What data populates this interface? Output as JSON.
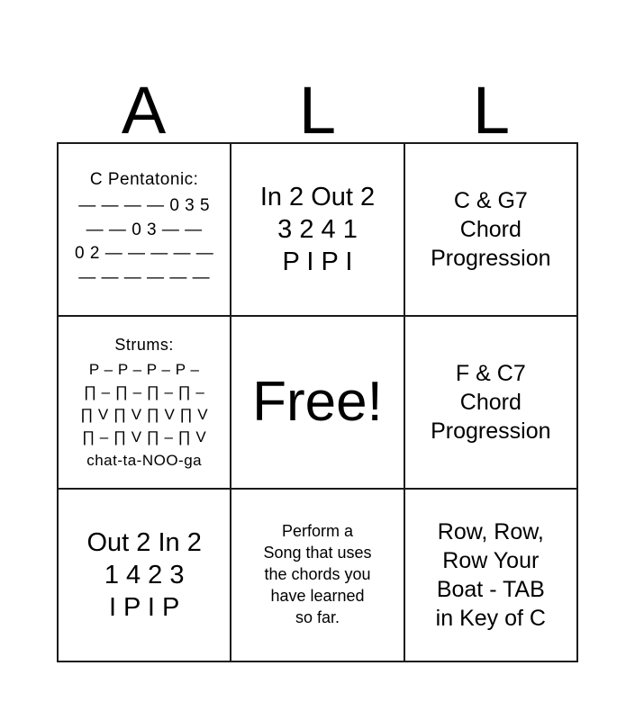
{
  "card": {
    "header_letters": [
      "A",
      "L",
      "L"
    ],
    "grid": {
      "rows": 3,
      "cols": 3,
      "border_color": "#1a1a1a",
      "background": "#ffffff"
    }
  },
  "cells": [
    {
      "id": "cell-r1c1",
      "name": "c-pentatonic-tab",
      "style": "tab",
      "lines": [
        "C Pentatonic:",
        "— — — — 0 3 5",
        "— — 0 3 — —",
        "0 2 — — — — —",
        "— — — — — —"
      ]
    },
    {
      "id": "cell-r1c2",
      "name": "in-2-out-2",
      "style": "large",
      "lines": [
        "In 2 Out 2",
        "3 2 4 1",
        "P I P I"
      ]
    },
    {
      "id": "cell-r1c3",
      "name": "c-g7-chord-progression",
      "style": "med",
      "lines": [
        "C & G7",
        "Chord",
        "Progression"
      ]
    },
    {
      "id": "cell-r2c1",
      "name": "strums",
      "style": "strum",
      "lines": [
        "Strums:",
        "P – P – P – P –",
        "∏ – ∏ – ∏ – ∏ –",
        "∏ V ∏ V ∏ V ∏ V",
        "∏ – ∏ V ∏ – ∏ V",
        "chat-ta-NOO-ga"
      ]
    },
    {
      "id": "cell-r2c2",
      "name": "free-space",
      "style": "free",
      "lines": [
        "Free!"
      ]
    },
    {
      "id": "cell-r2c3",
      "name": "f-c7-chord-progression",
      "style": "med",
      "lines": [
        "F & C7",
        "Chord",
        "Progression"
      ]
    },
    {
      "id": "cell-r3c1",
      "name": "out-2-in-2",
      "style": "large",
      "lines": [
        "Out 2 In 2",
        "1 4 2 3",
        "I P I P"
      ]
    },
    {
      "id": "cell-r3c2",
      "name": "perform-a-song",
      "style": "small",
      "lines": [
        "Perform a",
        "Song that uses",
        "the chords you",
        "have learned",
        "so far."
      ]
    },
    {
      "id": "cell-r3c3",
      "name": "row-row-row-your-boat",
      "style": "med",
      "lines": [
        "Row, Row,",
        "Row Your",
        "Boat - TAB",
        "in Key of C"
      ]
    }
  ]
}
